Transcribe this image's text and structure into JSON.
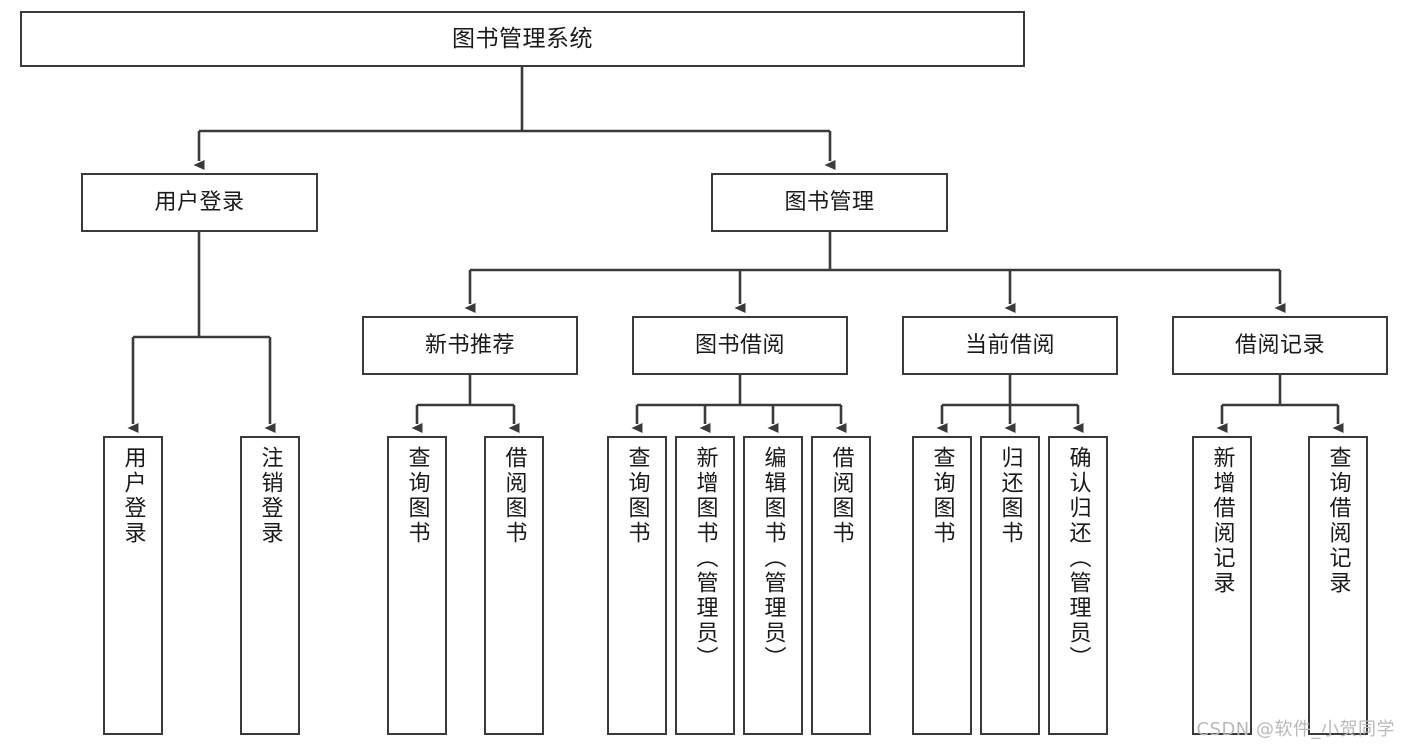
{
  "diagram": {
    "type": "hierarchy-tree",
    "title": "图书管理系统",
    "watermark": "CSDN @软件_小贺同学",
    "colors": {
      "box_border": "#3a3a3a",
      "box_fill": "#ffffff",
      "connector": "#3a3a3a",
      "text": "#1a1a1a",
      "watermark": "#b9b9b9"
    },
    "levels": {
      "root": {
        "label": "图书管理系统"
      },
      "level2": [
        {
          "label": "用户登录"
        },
        {
          "label": "图书管理"
        }
      ],
      "level3": [
        {
          "label": "新书推荐"
        },
        {
          "label": "图书借阅"
        },
        {
          "label": "当前借阅"
        },
        {
          "label": "借阅记录"
        }
      ],
      "leaves": {
        "user_login": [
          {
            "label": "用户登录"
          },
          {
            "label": "注销登录"
          }
        ],
        "new_book_recommend": [
          {
            "label": "查询图书"
          },
          {
            "label": "借阅图书"
          }
        ],
        "book_borrow": [
          {
            "label": "查询图书"
          },
          {
            "label": "新增图书（管理员）"
          },
          {
            "label": "编辑图书（管理员）"
          },
          {
            "label": "借阅图书"
          }
        ],
        "current_borrow": [
          {
            "label": "查询图书"
          },
          {
            "label": "归还图书"
          },
          {
            "label": "确认归还（管理员）"
          }
        ],
        "borrow_records": [
          {
            "label": "新增借阅记录"
          },
          {
            "label": "查询借阅记录"
          }
        ]
      }
    }
  }
}
